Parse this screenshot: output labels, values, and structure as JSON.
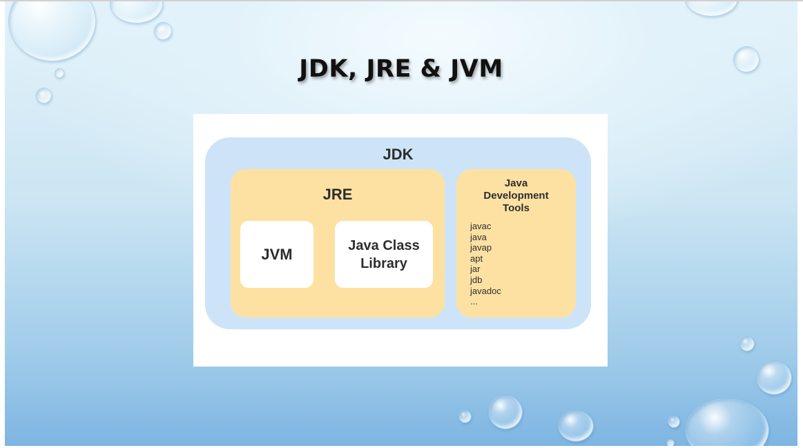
{
  "slide": {
    "title": "JDK, JRE & JVM"
  },
  "diagram": {
    "jdk": {
      "label": "JDK"
    },
    "jre": {
      "label": "JRE"
    },
    "jvm": {
      "label": "JVM"
    },
    "class_library": {
      "line1": "Java Class",
      "line2": "Library"
    },
    "tools": {
      "title_lines": [
        "Java",
        "Development",
        "Tools"
      ],
      "items": [
        "javac",
        "java",
        "javap",
        "apt",
        "jar",
        "jdb",
        "javadoc",
        "..."
      ]
    }
  },
  "colors": {
    "jdk_fill": "#cde4f8",
    "jre_fill": "#fde1a3",
    "box_fill": "#ffffff",
    "text": "#2d2d2d"
  }
}
